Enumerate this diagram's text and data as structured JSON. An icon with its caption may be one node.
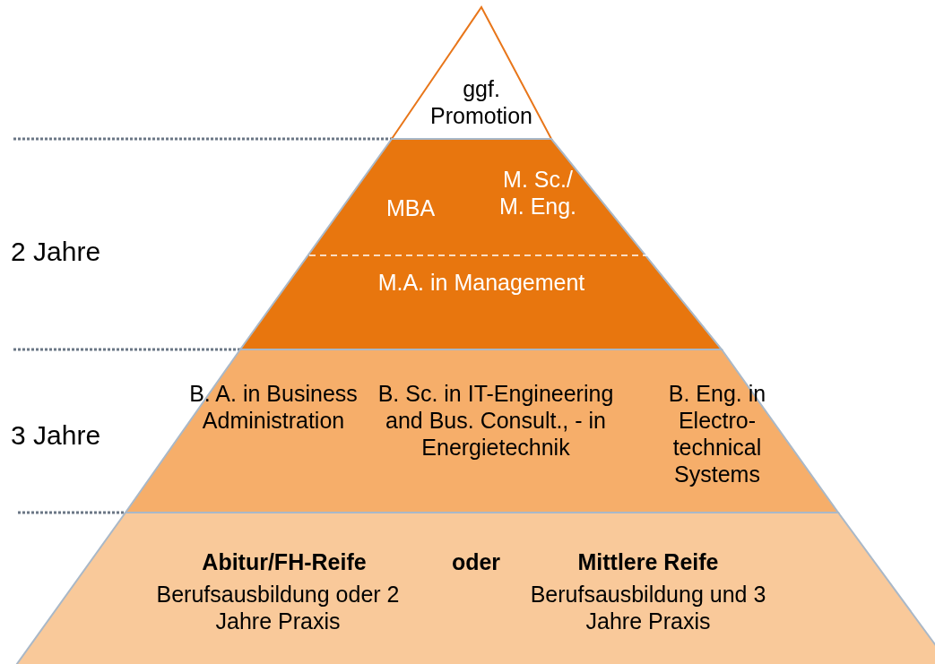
{
  "diagram": {
    "nodes": [
      {
        "text": [
          "ggf. Promotion"
        ]
      },
      {
        "text": [
          "MBA",
          "M. Sc./ M. Eng.",
          "M.A. in Management"
        ]
      },
      {
        "text": [
          "B. A. in Business Administration",
          "B. Sc. in IT-Engineering and Bus. Consult., - in Energietechnik",
          "B. Eng. in Electro-technical Systems"
        ]
      },
      {
        "text": [
          "Abitur/FH-Reife",
          "Berufsausbildung oder 2 Jahre Praxis",
          "oder",
          "Mittlere Reife",
          "Berufsausbildung und 3 Jahre Praxis"
        ]
      }
    ],
    "labels": [
      "2 Jahre",
      "3 Jahre"
    ]
  }
}
